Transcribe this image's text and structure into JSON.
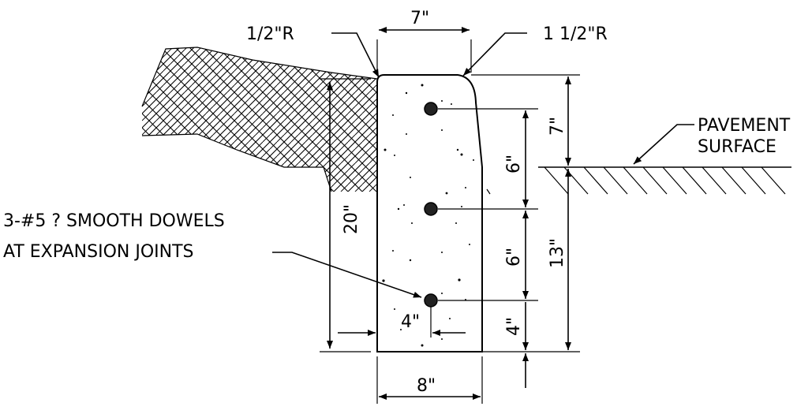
{
  "labels": {
    "inner_radius": "1/2\"R",
    "outer_radius": "1 1/2\"R",
    "pavement_line1": "PAVEMENT",
    "pavement_line2": "SURFACE",
    "dowels_line1": "3-#5 ? SMOOTH DOWELS",
    "dowels_line2": "AT EXPANSION JOINTS"
  },
  "dimensions": {
    "top_width": "7\"",
    "bottom_width": "8\"",
    "total_height": "20\"",
    "exposed_height": "7\"",
    "below_pavement": "13\"",
    "dowel_spacing_top": "6\"",
    "dowel_spacing_mid": "6\"",
    "dowel_from_bottom": "4\"",
    "dowel_from_back": "4\""
  }
}
